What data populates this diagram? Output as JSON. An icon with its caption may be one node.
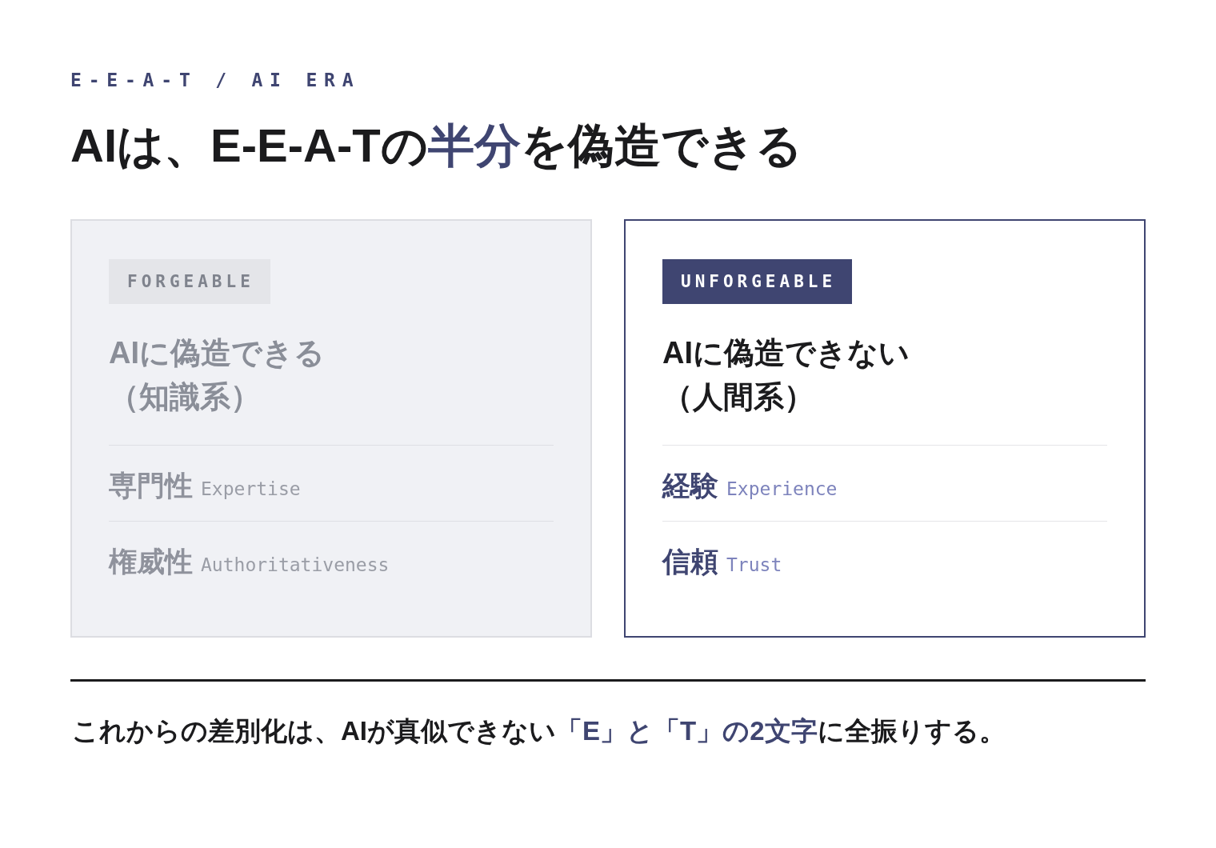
{
  "diagram": {
    "title": "AIは、E-E-A-Tの**半分**を偽造できる",
    "caption": "これからの差別化は、AIが真似できない**「E」と「T」の2文字**に全振りする。",
    "nodes": [
      {
        "text": [
          "AIに偽造できる（知識系）",
          "専門性",
          "Expertise",
          "権威性",
          "Authoritativeness"
        ]
      },
      {
        "text": [
          "FORGEABLE"
        ],
        "in": 0
      },
      {
        "text": [
          "AIに偽造できない（人間系）",
          "経験",
          "Experience",
          "信頼",
          "Trust"
        ]
      },
      {
        "text": [
          "UNFORGEABLE"
        ],
        "in": 2
      }
    ],
    "labels": [
      "E-E-A-T / AI ERA"
    ]
  }
}
